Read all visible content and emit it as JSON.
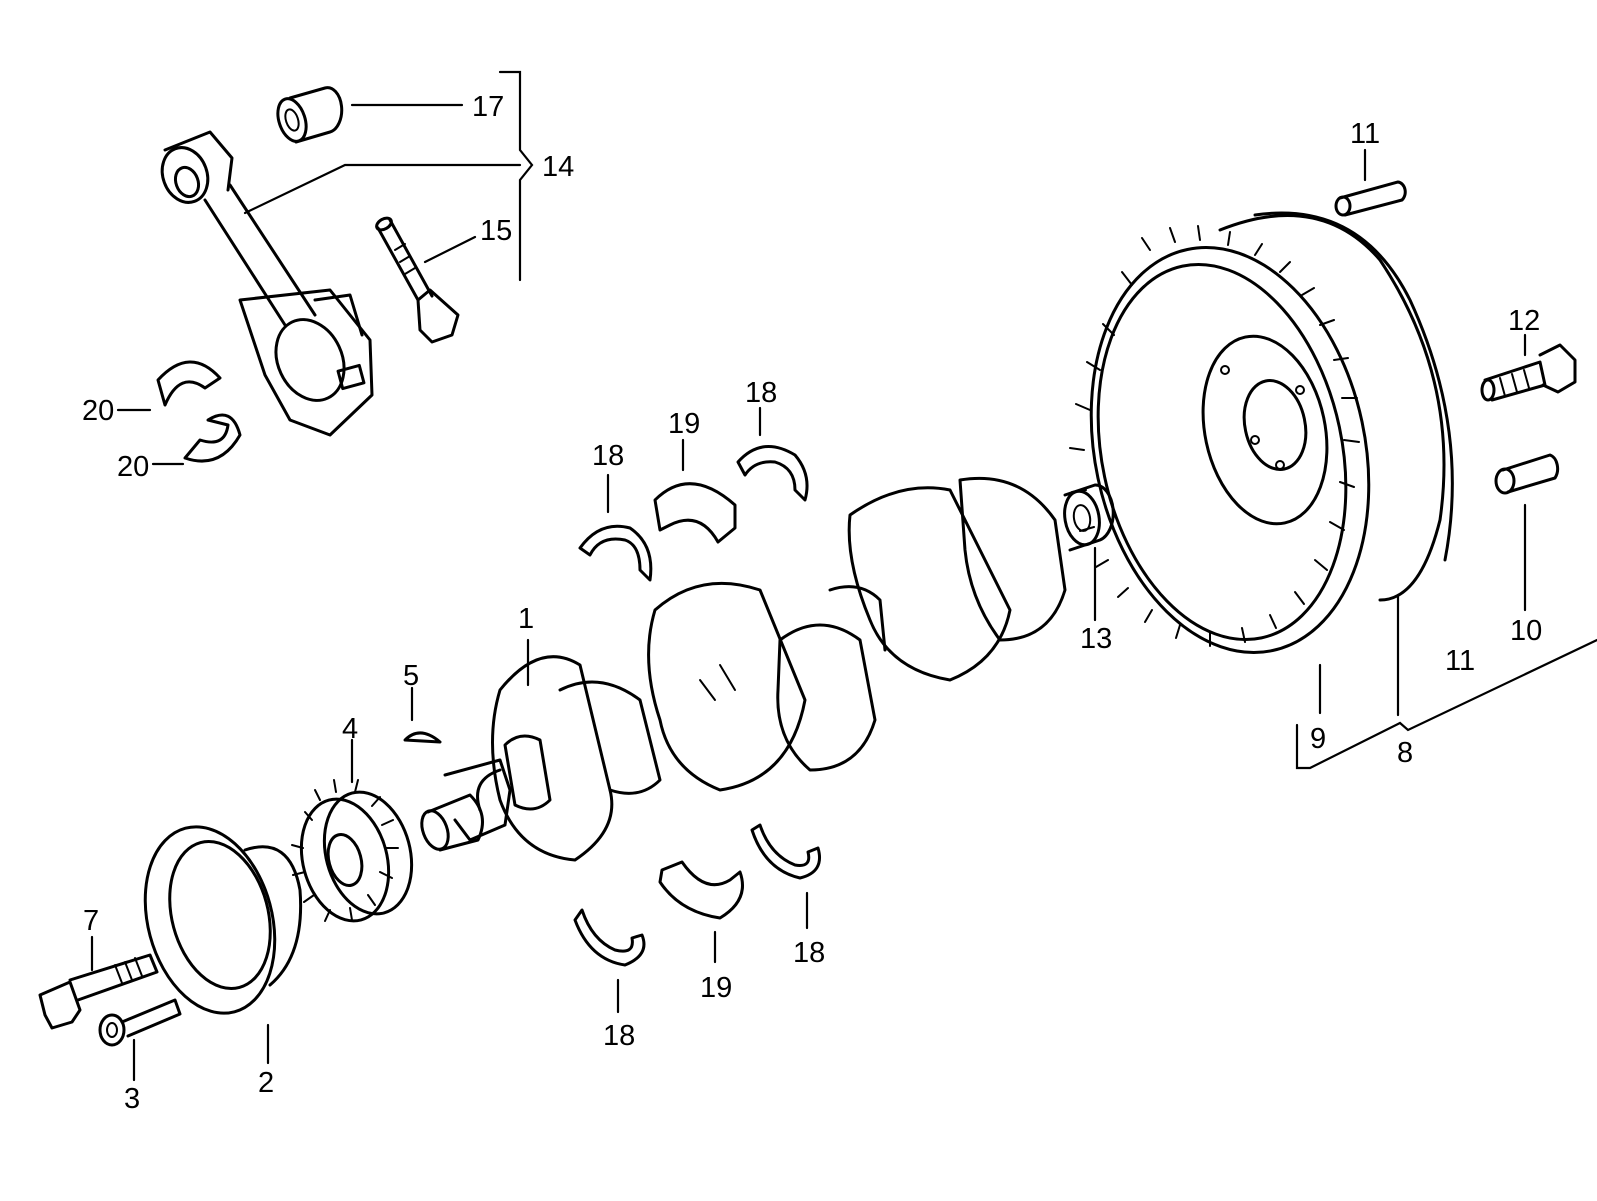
{
  "callouts": [
    {
      "id": "c1",
      "text": "1"
    },
    {
      "id": "c2",
      "text": "2"
    },
    {
      "id": "c3",
      "text": "3"
    },
    {
      "id": "c4",
      "text": "4"
    },
    {
      "id": "c5",
      "text": "5"
    },
    {
      "id": "c7",
      "text": "7"
    },
    {
      "id": "c8",
      "text": "8"
    },
    {
      "id": "c9",
      "text": "9"
    },
    {
      "id": "c10",
      "text": "10"
    },
    {
      "id": "c11a",
      "text": "11"
    },
    {
      "id": "c11b",
      "text": "11"
    },
    {
      "id": "c12",
      "text": "12"
    },
    {
      "id": "c13",
      "text": "13"
    },
    {
      "id": "c14",
      "text": "14"
    },
    {
      "id": "c15",
      "text": "15"
    },
    {
      "id": "c17",
      "text": "17"
    },
    {
      "id": "c18a",
      "text": "18"
    },
    {
      "id": "c18b",
      "text": "18"
    },
    {
      "id": "c18c",
      "text": "18"
    },
    {
      "id": "c18d",
      "text": "18"
    },
    {
      "id": "c19a",
      "text": "19"
    },
    {
      "id": "c19b",
      "text": "19"
    },
    {
      "id": "c20a",
      "text": "20"
    },
    {
      "id": "c20b",
      "text": "20"
    }
  ]
}
